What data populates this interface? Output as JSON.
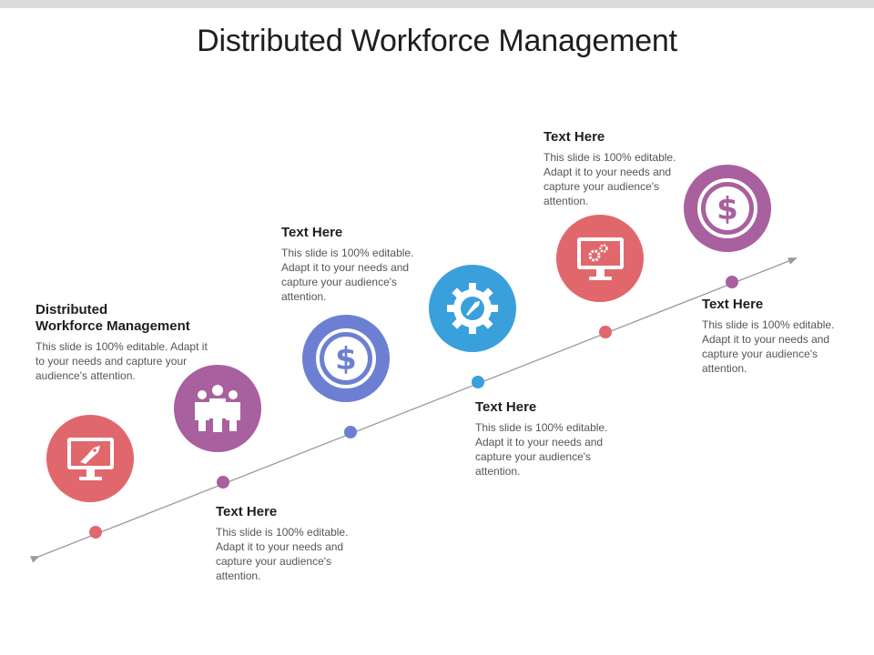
{
  "slide": {
    "title": "Distributed  Workforce Management"
  },
  "colors": {
    "pink": "#e0686c",
    "purple": "#a8609e",
    "blue_violet": "#6d7fd3",
    "sky_blue": "#3aa0dc",
    "line": "#9a9a9a"
  },
  "steps": [
    {
      "heading": "Distributed\nWorkforce Management",
      "body": "This slide is 100% editable. Adapt it to your needs and capture your audience's attention.",
      "icon": "monitor-rocket-icon",
      "color": "#e0686c"
    },
    {
      "heading": "Text Here",
      "body": "This slide is 100% editable. Adapt it to your needs and capture your audience's attention.",
      "icon": "team-icon",
      "color": "#a8609e"
    },
    {
      "heading": "Text Here",
      "body": "This slide is 100% editable. Adapt it to your needs and capture your audience's attention.",
      "icon": "dollar-coin-icon",
      "color": "#6d7fd3"
    },
    {
      "heading": "Text Here",
      "body": "This slide is 100% editable. Adapt it to your needs and capture your audience's attention.",
      "icon": "gear-rocket-icon",
      "color": "#3aa0dc"
    },
    {
      "heading": "Text Here",
      "body": "This slide is 100% editable. Adapt it to your needs and capture your audience's attention.",
      "icon": "monitor-gears-icon",
      "color": "#e0686c"
    },
    {
      "heading": "Text Here",
      "body": "This slide is 100% editable. Adapt it to your needs and capture your audience's attention.",
      "icon": "dollar-coin-icon",
      "color": "#a8609e"
    }
  ]
}
